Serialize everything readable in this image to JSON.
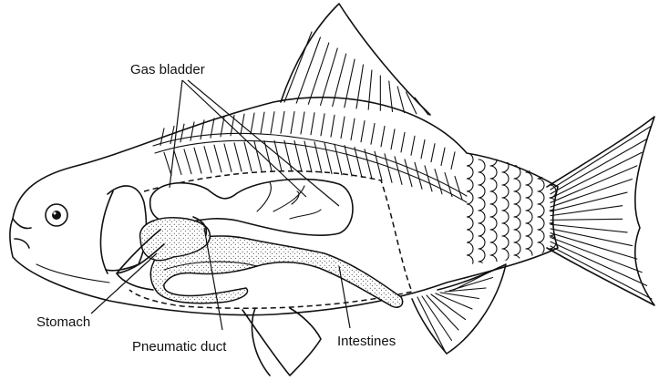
{
  "diagram": {
    "labels": {
      "gas_bladder": "Gas bladder",
      "stomach": "Stomach",
      "pneumatic_duct": "Pneumatic duct",
      "intestines": "Intestines"
    }
  }
}
